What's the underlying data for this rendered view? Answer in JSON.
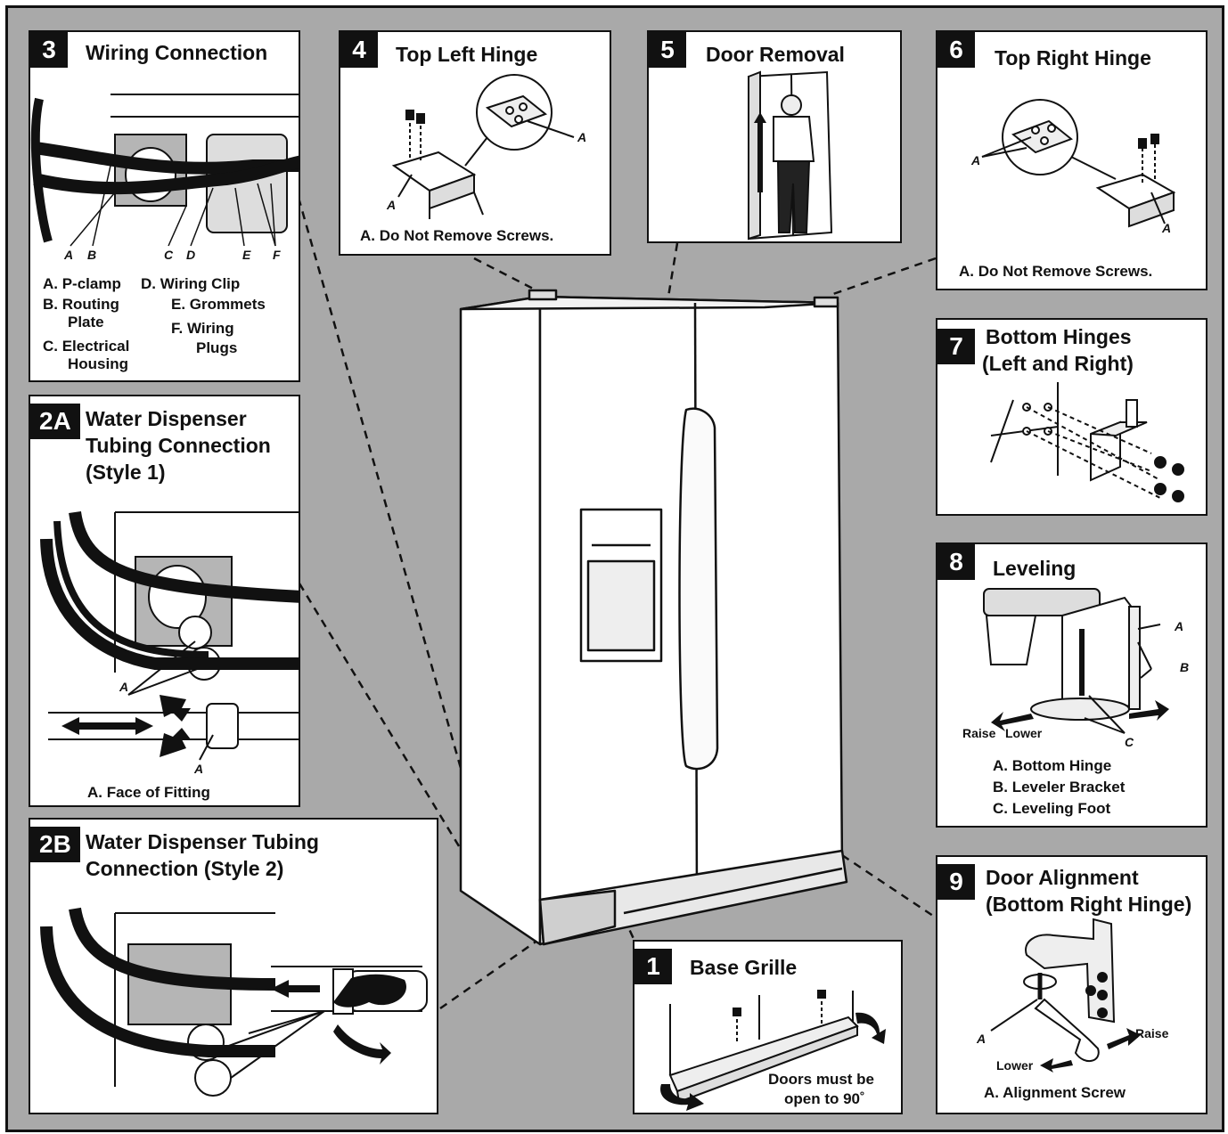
{
  "panels": {
    "p3": {
      "num": "3",
      "title": "Wiring Connection",
      "labels": [
        "A",
        "B",
        "C",
        "D",
        "E",
        "F"
      ],
      "legend": {
        "col1": [
          "A. P-clamp",
          "B. Routing",
          "Plate",
          "C. Electrical",
          "Housing"
        ],
        "col2": [
          "D. Wiring Clip",
          "E. Grommets",
          "F.  Wiring",
          "Plugs"
        ]
      }
    },
    "p4": {
      "num": "4",
      "title": "Top Left Hinge",
      "label": "A",
      "caption": "A. Do Not Remove Screws."
    },
    "p5": {
      "num": "5",
      "title": "Door Removal"
    },
    "p6": {
      "num": "6",
      "title": "Top Right Hinge",
      "label": "A",
      "caption": "A. Do Not Remove Screws."
    },
    "p7": {
      "num": "7",
      "title_lines": [
        "Bottom Hinges",
        "(Left and Right)"
      ]
    },
    "p8": {
      "num": "8",
      "title": "Leveling",
      "labels": [
        "A",
        "B",
        "C"
      ],
      "raise": "Raise",
      "lower": "Lower",
      "legend": [
        "A. Bottom Hinge",
        "B. Leveler Bracket",
        "C. Leveling Foot"
      ]
    },
    "p9": {
      "num": "9",
      "title_lines": [
        "Door Alignment",
        "(Bottom Right Hinge)"
      ],
      "label": "A",
      "raise": "Raise",
      "lower": "Lower",
      "caption": "A. Alignment Screw"
    },
    "p2a": {
      "num": "2A",
      "title_lines": [
        "Water Dispenser",
        "Tubing Connection",
        "(Style 1)"
      ],
      "label": "A",
      "caption": "A. Face of Fitting"
    },
    "p2b": {
      "num": "2B",
      "title_lines": [
        "Water Dispenser Tubing",
        "Connection (Style 2)"
      ]
    },
    "p1": {
      "num": "1",
      "title": "Base Grille",
      "note_lines": [
        "Doors must be",
        "open to 90˚"
      ]
    }
  }
}
